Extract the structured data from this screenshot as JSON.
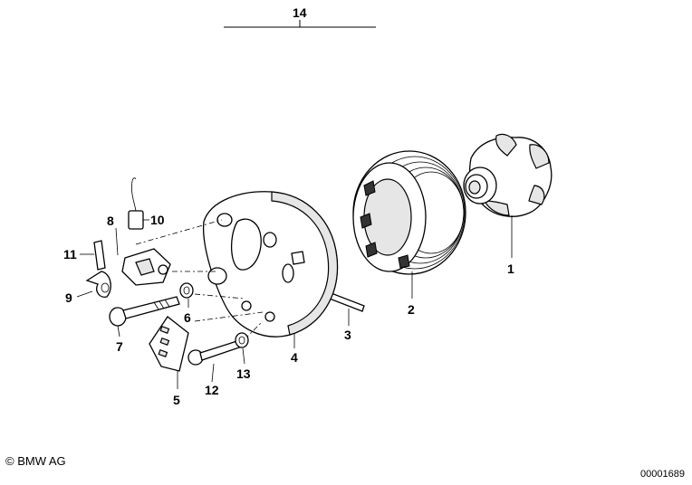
{
  "labels": {
    "l1": "1",
    "l2": "2",
    "l3": "3",
    "l4": "4",
    "l5": "5",
    "l6": "6",
    "l7": "7",
    "l8": "8",
    "l9": "9",
    "l10": "10",
    "l11": "11",
    "l12": "12",
    "l13": "13",
    "l14": "14"
  },
  "footer": {
    "copyright": "© BMW AG",
    "diagram_id": "00001689"
  }
}
